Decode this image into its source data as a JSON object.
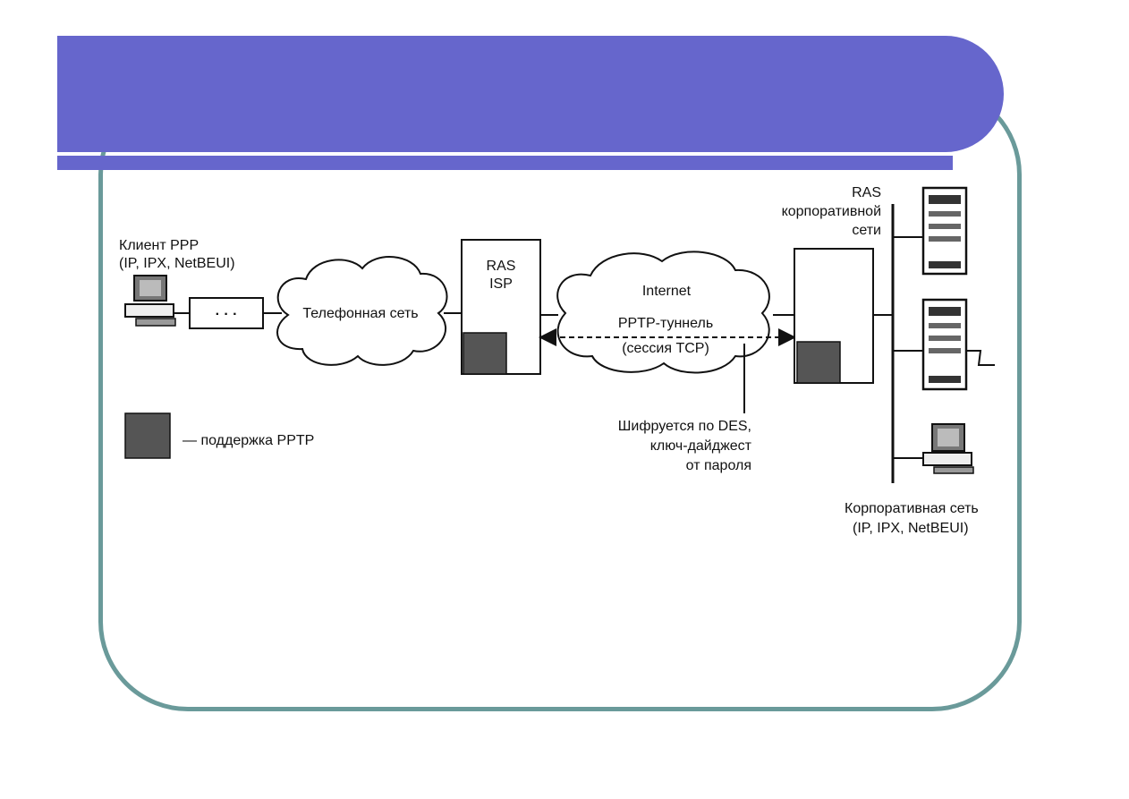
{
  "slide": {
    "title": ""
  },
  "diagram": {
    "client": {
      "line1": "Клиент PPP",
      "line2": "(IP, IPX, NetBEUI)"
    },
    "modem": {
      "label": "· · ·"
    },
    "phone_network": {
      "label": "Телефонная сеть"
    },
    "ras_isp": {
      "line1": "RAS",
      "line2": "ISP"
    },
    "internet": {
      "label": "Internet"
    },
    "tunnel": {
      "line1": "PPTP-туннель",
      "line2": "(сессия TCP)"
    },
    "encryption": {
      "line1": "Шифруется по DES,",
      "line2": "ключ-дайджест",
      "line3": "от пароля"
    },
    "ras_corp": {
      "line1": "RAS",
      "line2": "корпоративной",
      "line3": "сети"
    },
    "corp_network": {
      "line1": "Корпоративная сеть",
      "line2": "(IP, IPX, NetBEUI)"
    },
    "legend": {
      "label": "— поддержка PPTP"
    }
  }
}
